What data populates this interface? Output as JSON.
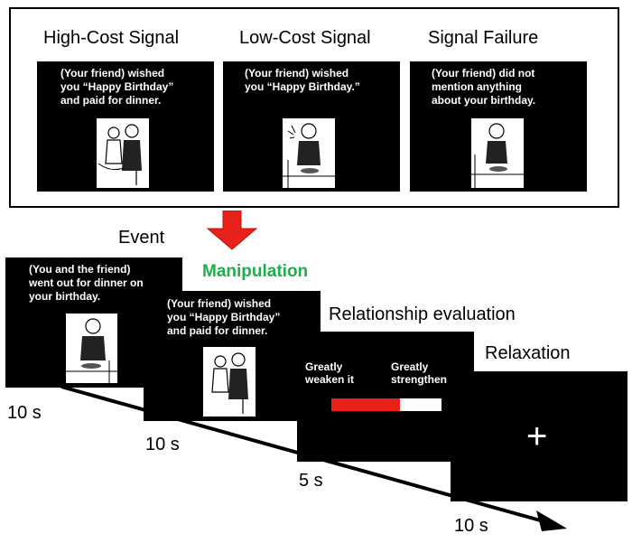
{
  "conditions": [
    {
      "title": "High-Cost Signal",
      "text": "(Your friend) wished\nyou “Happy Birthday”\nand paid for dinner."
    },
    {
      "title": "Low-Cost Signal",
      "text": "(Your friend) wished\nyou “Happy Birthday.”"
    },
    {
      "title": "Signal Failure",
      "text": "(Your friend) did not\nmention anything\nabout your birthday."
    }
  ],
  "sequence": {
    "event": {
      "label": "Event",
      "text": "(You and the friend)\nwent out for dinner on\nyour birthday.",
      "duration": "10 s"
    },
    "manipulation": {
      "label": "Manipulation",
      "text": "(Your friend) wished\nyou “Happy Birthday”\nand paid for dinner.",
      "duration": "10 s"
    },
    "evaluation": {
      "label": "Relationship evaluation",
      "left_anchor": "Greatly\nweaken it",
      "right_anchor": "Greatly\nstrengthen it",
      "slider_fill_fraction": 0.62,
      "duration": "5 s"
    },
    "relaxation": {
      "label": "Relaxation",
      "symbol": "+",
      "duration": "10 s"
    }
  },
  "colors": {
    "manipulation_text": "#1fae4b",
    "down_arrow": "#e8211b",
    "slider_fill": "#e8211b",
    "slider_track": "#ffffff",
    "slide_bg": "#000000"
  }
}
